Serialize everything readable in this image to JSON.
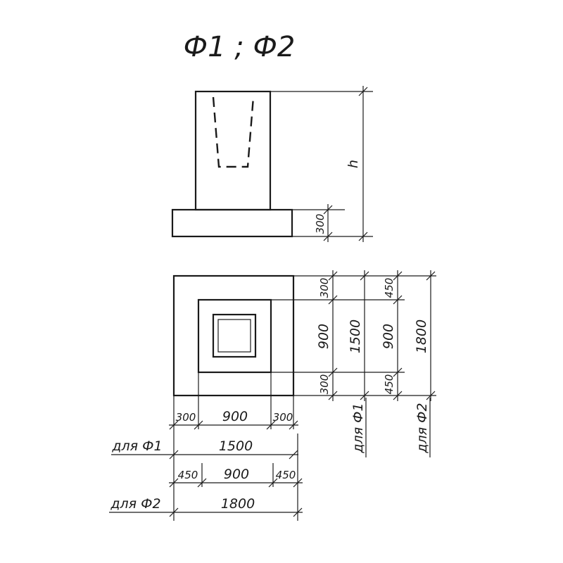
{
  "title": "Ф1 ; Ф2",
  "elevation": {
    "height_label": "h",
    "slab_thickness": "300"
  },
  "plan": {
    "right_col1": {
      "top": "300",
      "mid": "900",
      "bottom": "300"
    },
    "total_f1": "1500",
    "right_col3": {
      "top": "450",
      "mid": "900",
      "bottom": "450"
    },
    "total_f2": "1800",
    "label_f1": "для Ф1",
    "label_f2": "для Ф2",
    "bottom_row1": {
      "left": "300",
      "mid": "900",
      "right": "300"
    },
    "bottom_total_f1": "1500",
    "bottom_row2": {
      "left": "450",
      "mid": "900",
      "right": "450"
    },
    "bottom_total_f2": "1800"
  }
}
